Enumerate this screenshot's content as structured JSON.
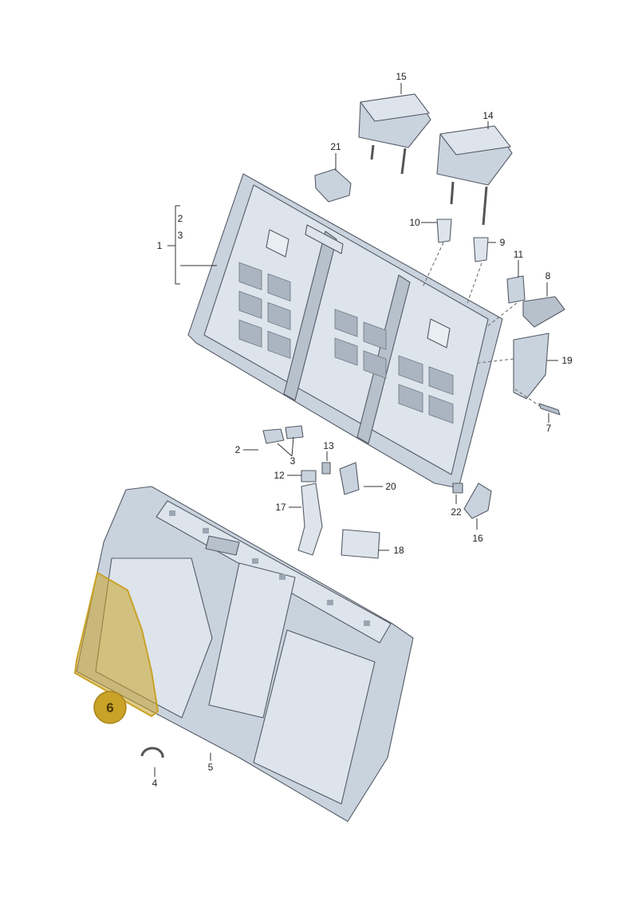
{
  "diagram": {
    "highlight_color": "#c9a227",
    "part_color": "#c9d3dd",
    "callouts": [
      {
        "id": "15",
        "text": "15"
      },
      {
        "id": "14",
        "text": "14"
      },
      {
        "id": "21",
        "text": "21"
      },
      {
        "id": "10",
        "text": "10"
      },
      {
        "id": "9",
        "text": "9"
      },
      {
        "id": "11",
        "text": "11"
      },
      {
        "id": "8",
        "text": "8"
      },
      {
        "id": "19",
        "text": "19"
      },
      {
        "id": "7",
        "text": "7"
      },
      {
        "id": "1",
        "text": "1"
      },
      {
        "id": "2a",
        "text": "2"
      },
      {
        "id": "3a",
        "text": "3"
      },
      {
        "id": "2b",
        "text": "2"
      },
      {
        "id": "3b",
        "text": "3"
      },
      {
        "id": "13",
        "text": "13"
      },
      {
        "id": "12",
        "text": "12"
      },
      {
        "id": "20",
        "text": "20"
      },
      {
        "id": "17",
        "text": "17"
      },
      {
        "id": "18",
        "text": "18"
      },
      {
        "id": "22",
        "text": "22"
      },
      {
        "id": "16",
        "text": "16"
      },
      {
        "id": "5",
        "text": "5"
      },
      {
        "id": "4",
        "text": "4"
      }
    ],
    "highlight_badge": "6"
  }
}
